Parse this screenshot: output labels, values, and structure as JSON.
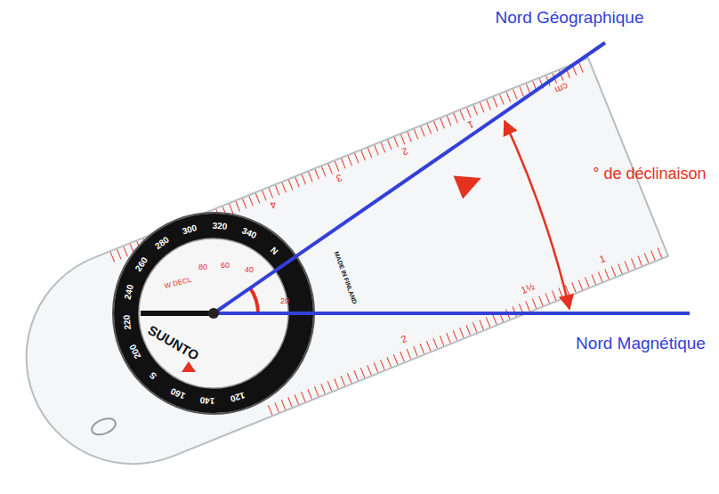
{
  "diagram": {
    "labels": [
      "Nord Géographique",
      "° de déclinaison",
      "Nord Magnétique",
      "SUUNTO",
      "MADE IN FINLAND",
      "W DECL",
      "80",
      "60",
      "40",
      "20",
      "N",
      "340",
      "320",
      "300",
      "280",
      "260",
      "240",
      "220",
      "200",
      "S",
      "160",
      "140",
      "120",
      "4",
      "3",
      "2",
      "1",
      "cm",
      "2",
      "1½",
      "1"
    ]
  }
}
